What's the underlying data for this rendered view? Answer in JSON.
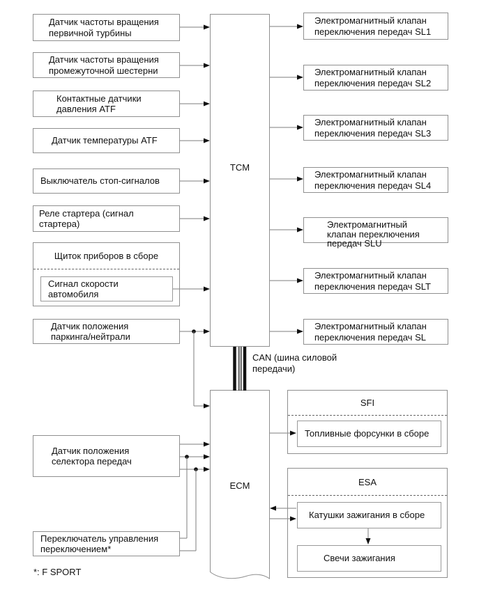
{
  "diagram": {
    "controllers": {
      "tcm": "TCM",
      "ecm": "ECM"
    },
    "can_bus_label": "CAN (шина силовой\nпередачи)",
    "footnote": "*: F SPORT",
    "inputs": {
      "turbine_speed_sensor": "Датчик частоты вращения\nпервичной турбины",
      "intermediate_gear_speed_sensor": "Датчик частоты вращения\nпромежуточной шестерни",
      "atf_pressure_switches": "Контактные датчики\nдавления ATF",
      "atf_temp_sensor": "Датчик температуры ATF",
      "stop_light_switch": "Выключатель стоп-сигналов",
      "starter_relay": "Реле стартера (сигнал\nстартера)",
      "instrument_cluster": "Щиток приборов в сборе",
      "vehicle_speed_signal": "Сигнал скорости\nавтомобиля",
      "park_neutral_sensor": "Датчик положения\nпаркинга/нейтрали",
      "shift_selector_sensor": "Датчик положения\nселектора передач",
      "shift_control_switch": "Переключатель управления\nпереключением*"
    },
    "outputs": {
      "sl1": "Электромагнитный клапан\nпереключения передач SL1",
      "sl2": "Электромагнитный клапан\nпереключения передач SL2",
      "sl3": "Электромагнитный клапан\nпереключения передач SL3",
      "sl4": "Электромагнитный клапан\nпереключения передач SL4",
      "slu": "Электромагнитный\nклапан переключения\nпередач SLU",
      "slt": "Электромагнитный клапан\nпереключения передач SLT",
      "sl": "Электромагнитный клапан\nпереключения передач SL"
    },
    "sfi": {
      "header": "SFI",
      "fuel_injectors": "Топливные форсунки в сборе"
    },
    "esa": {
      "header": "ESA",
      "ignition_coils": "Катушки зажигания в сборе",
      "spark_plugs": "Свечи зажигания"
    }
  }
}
